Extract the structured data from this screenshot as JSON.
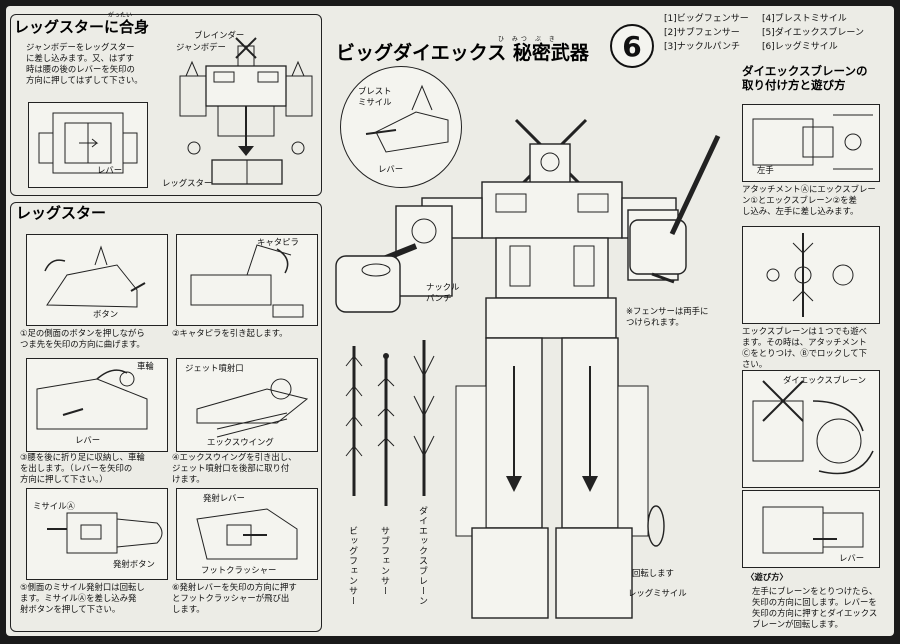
{
  "title": {
    "main": "ビッグダイエックス 秘密武器",
    "number": "6",
    "ruby_left": "ひ みつ ぶ き"
  },
  "legend": [
    {
      "n": "1",
      "label": "ビッグフェンサー"
    },
    {
      "n": "2",
      "label": "サブフェンサー"
    },
    {
      "n": "3",
      "label": "ナックルパンチ"
    },
    {
      "n": "4",
      "label": "ブレストミサイル"
    },
    {
      "n": "5",
      "label": "ダイエックスブレーン"
    },
    {
      "n": "6",
      "label": "レッグミサイル"
    }
  ],
  "gattai": {
    "heading": "レッグスターに合身",
    "ruby": "がったい",
    "text": "ジャンボデーをレッグスター\nに差し込みます。又、はずす\n時は腰の後のレバーを矢印の\n方向に押してはずして下さい。",
    "lever": "レバー",
    "label_blainder": "ブレインダー",
    "label_jumbo": "ジャンボデー",
    "label_leg": "レッグスター"
  },
  "legstar": {
    "heading": "レッグスター",
    "steps": [
      {
        "caption": "①足の側面のボタンを押しながら\n  つま先を矢印の方向に曲げます。",
        "label": "ボタン"
      },
      {
        "caption": "②キャタピラを引き起します。",
        "label": "キャタピラ"
      },
      {
        "caption": "③腰を後に折り足に収納し、車輪\n  を出します。（レバーを矢印の\n  方向に押して下さい。）",
        "label": "車輪",
        "label2": "レバー"
      },
      {
        "caption": "④エックスウイングを引き出し、\n  ジェット噴射口を後部に取り付\n  けます。",
        "label": "ジェット噴射口",
        "label2": "エックスウイング"
      },
      {
        "caption": "⑤側面のミサイル発射口は回転し\n  ます。ミサイルⒶを差し込み発\n  射ボタンを押して下さい。",
        "label": "ミサイルⒶ",
        "label2": "発射ボタン"
      },
      {
        "caption": "⑥発射レバーを矢印の方向に押す\n  とフットクラッシャーが飛び出\n  します。",
        "label": "発射レバー",
        "label2": "フットクラッシャー"
      }
    ]
  },
  "center": {
    "breast_missile": "ブレスト\nミサイル",
    "lever": "レバー",
    "knuckle_punch": "ナックル\nパンチ",
    "fencer_note": "※フェンサーは両手に\n  つけられます。",
    "weapons": [
      "ビッグフェンサー",
      "サブフェンサー",
      "ダイエックスブレーン"
    ],
    "leg_rotate": "回転します",
    "leg_missile": "レッグミサイル"
  },
  "right": {
    "heading": "ダイエックスブレーンの\n取り付け方と遊び方",
    "left_hand": "左手",
    "text1": "アタッチメントⒶにエックスブレー\nン①とエックスブレーン②を差\nし込み、左手に差し込みます。",
    "text2": "エックスブレーンは１つでも遊べ\nます。その時は、アタッチメント\nⒸをとりつけ、Ⓑでロックして下\nさい。",
    "fig3_label": "ダイエックスブレーン",
    "lever": "レバー",
    "asobi_head": "〈遊び方〉",
    "asobi_text": "左手にブレーンをとりつけたら、\n矢印の方向に回します。レバーを\n矢印の方向に押すとダイエックス\nブレーンが回転します。"
  }
}
